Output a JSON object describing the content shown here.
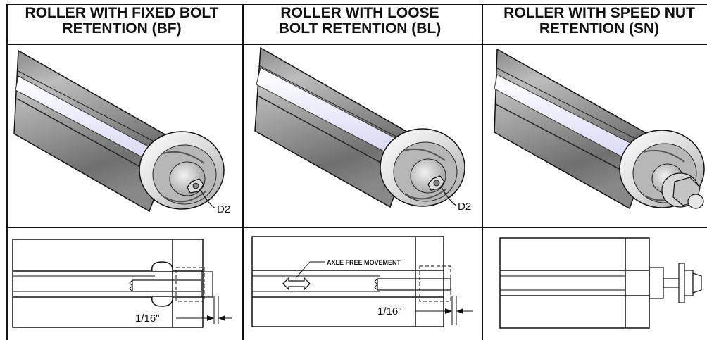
{
  "columns": [
    {
      "title_line1": "ROLLER WITH FIXED BOLT",
      "title_line2": "RETENTION (BF)",
      "callout": "D2",
      "dimension": "1/16\""
    },
    {
      "title_line1": "ROLLER WITH LOOSE",
      "title_line2": "BOLT RETENTION (BL)",
      "callout": "D2",
      "dimension": "1/16\"",
      "annotation": "AXLE FREE MOVEMENT"
    },
    {
      "title_line1": "ROLLER WITH SPEED NUT",
      "title_line2": "RETENTION (SN)"
    }
  ],
  "colors": {
    "line": "#111111",
    "metal_light": "#c9c9c9",
    "metal_dark": "#6e6e6e",
    "highlight": "#f4f4ff"
  }
}
